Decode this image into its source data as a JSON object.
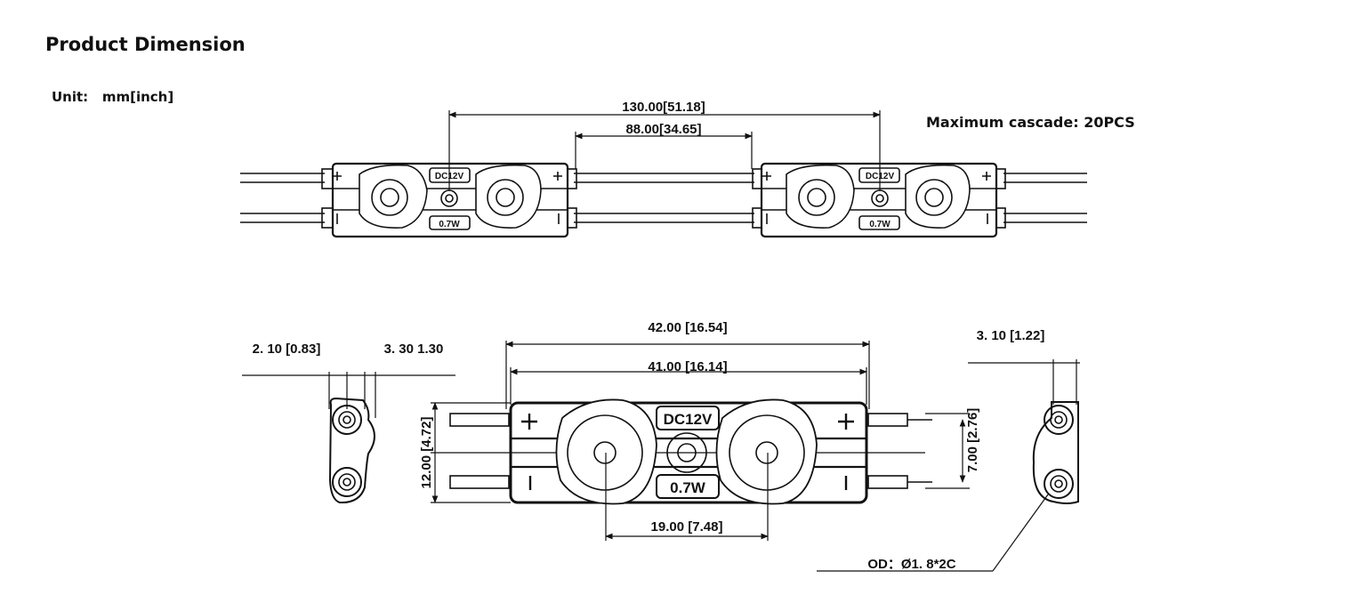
{
  "title": "Product Dimension",
  "unit": "Unit:   mm[inch]",
  "cascade": "Maximum cascade: 20PCS",
  "top_view": {
    "dim_pitch": "130.00[51.18]",
    "dim_gap": "88.00[34.65]",
    "voltage_label": "DC12V",
    "power_label": "0.7W"
  },
  "detail_view": {
    "dim_overall": "42.00 [16.54]",
    "dim_body": "41.00 [16.14]",
    "dim_lens_spacing": "19.00 [7.48]",
    "dim_height": "12.00 [4.72]",
    "dim_wire_spacing": "7.00 [2.76]",
    "dim_left_thickness": "2. 10 [0.83]",
    "dim_left_depth": "3. 30  1.30",
    "dim_right_thickness": "3. 10 [1.22]",
    "wire_spec": "OD：Ø1. 8*2C",
    "voltage_label": "DC12V",
    "power_label": "0.7W"
  }
}
